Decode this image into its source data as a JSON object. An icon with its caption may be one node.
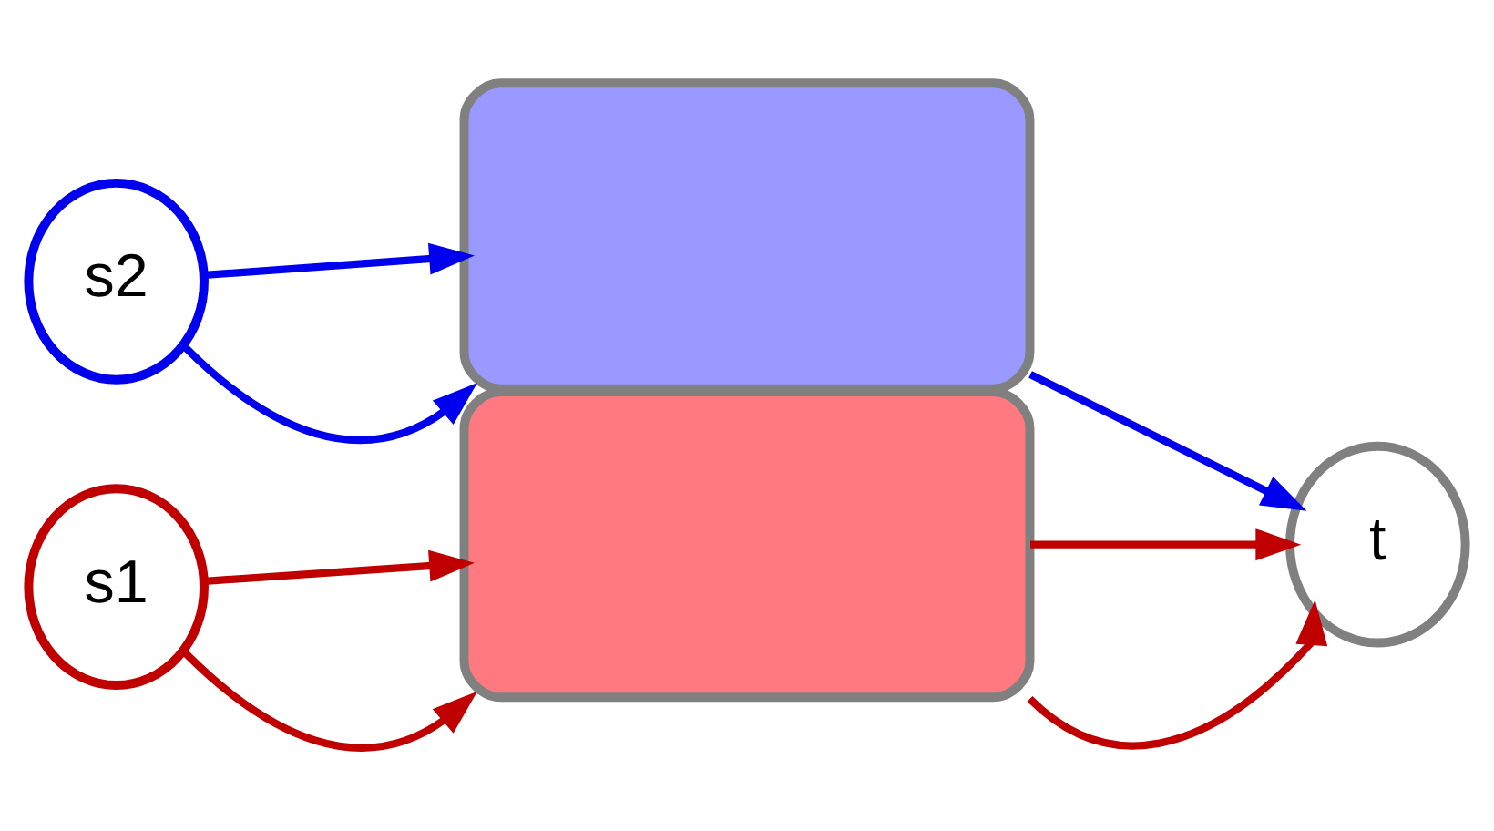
{
  "diagram": {
    "nodes": [
      {
        "text": [
          "s2"
        ]
      },
      {
        "text": [
          "s1"
        ]
      },
      {
        "text": [],
        "shape": "cloud"
      },
      {
        "text": [],
        "shape": "cloud"
      },
      {
        "text": [
          "t"
        ]
      }
    ],
    "edges": [
      {
        "from": 0,
        "to": 2,
        "arrow": "to",
        "color": "#0000ee"
      },
      {
        "from": 0,
        "to": 2,
        "arrow": "to",
        "color": "#0000ee"
      },
      {
        "from": 1,
        "to": 3,
        "arrow": "to",
        "color": "#c00000"
      },
      {
        "from": 1,
        "to": 3,
        "arrow": "to",
        "color": "#c00000"
      },
      {
        "from": 2,
        "to": 4,
        "arrow": "to",
        "color": "#0000ee"
      },
      {
        "from": 3,
        "to": 4,
        "arrow": "to",
        "color": "#c00000"
      },
      {
        "from": 3,
        "to": 4,
        "arrow": "to",
        "color": "#c00000"
      }
    ]
  }
}
